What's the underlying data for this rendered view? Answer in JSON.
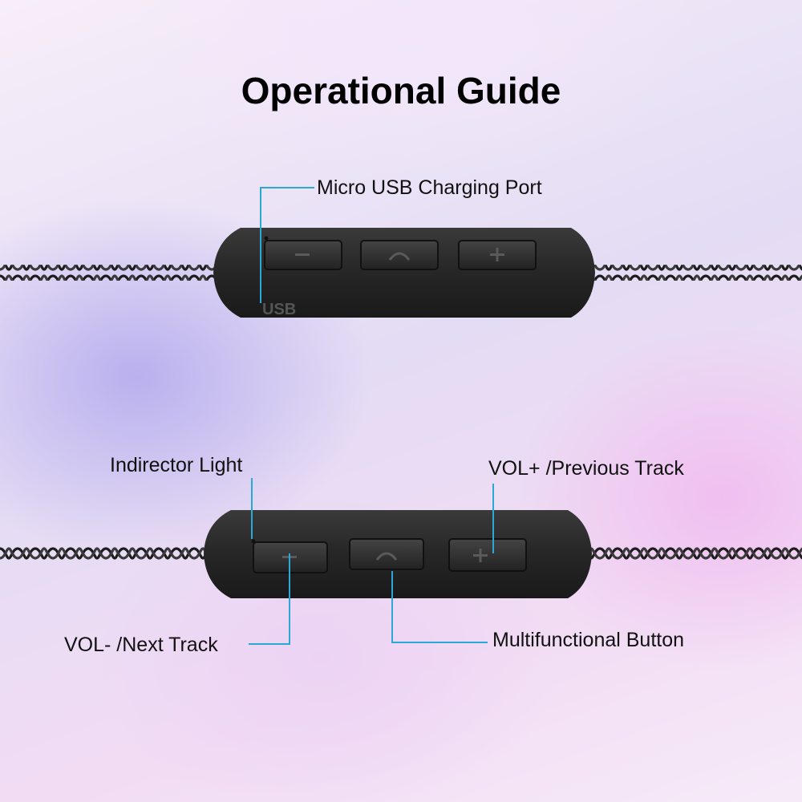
{
  "title": "Operational Guide",
  "colors": {
    "callout_line": "#2aa8d8",
    "remote_body": "#2b2b2b",
    "button": "#2f2f2f"
  },
  "top_remote": {
    "usb_callout": "Micro USB Charging Port",
    "usb_marking": "USB"
  },
  "bottom_remote": {
    "indicator_callout": "Indirector Light",
    "vol_up_callout": "VOL+ /Previous Track",
    "vol_down_callout": "VOL- /Next Track",
    "multi_callout": "Multifunctional Button"
  },
  "icons": [
    "minus-icon",
    "phone-icon",
    "plus-icon"
  ]
}
